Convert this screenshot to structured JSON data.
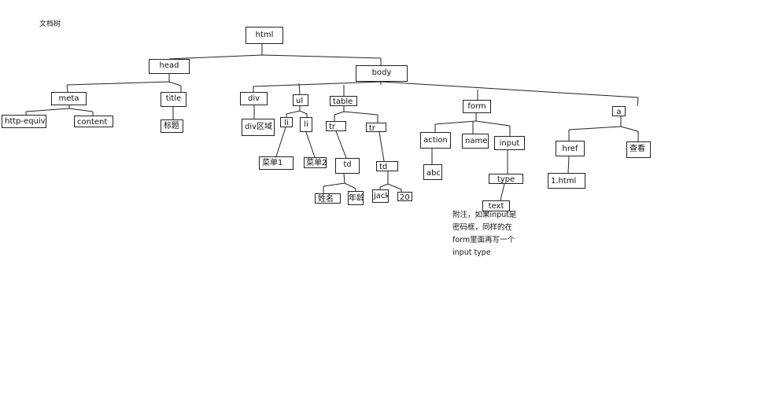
{
  "title": "文档树",
  "nodes": {
    "html": "html",
    "head": "head",
    "body": "body",
    "meta": "meta",
    "title": "title",
    "http_equiv": "http-equiv",
    "content": "content",
    "title_text": "标题",
    "div": "div",
    "div_text": "div区域",
    "ul": "ul",
    "li1": "li",
    "li2": "li",
    "menu1": "菜单1",
    "menu2": "菜单2",
    "table": "table",
    "tr1": "tr",
    "tr2": "tr",
    "td1": "td",
    "td2": "td",
    "name_cell": "姓名",
    "age_cell": "年龄",
    "jack": "jack",
    "n20": "20",
    "form": "form",
    "action": "action",
    "abc": "abc",
    "name": "name",
    "input": "input",
    "type": "type",
    "text": "text",
    "a": "a",
    "href": "href",
    "href_value": "1.html",
    "view": "查看"
  },
  "note": [
    "附注，如果input是",
    "密码框，同样的在",
    "form里面再写一个",
    "input  type"
  ],
  "colors": {
    "line": "#222222",
    "border": "#222222",
    "text": "#111111"
  }
}
